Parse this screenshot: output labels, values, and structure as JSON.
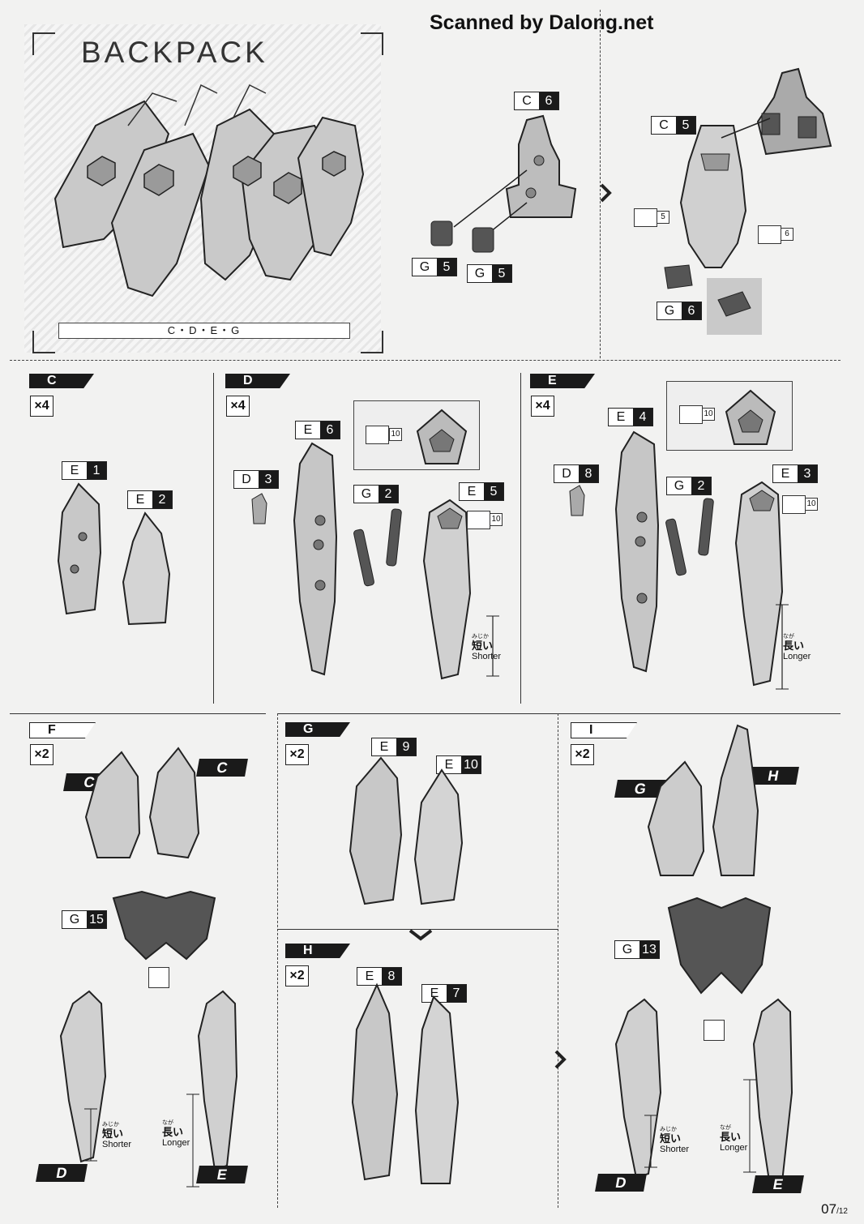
{
  "watermark": "Scanned by Dalong.net",
  "hero": {
    "title": "BACKPACK",
    "parts": "C・D・E・G"
  },
  "page_number": "07",
  "page_total": "/12",
  "section_1": {
    "tags": [
      {
        "l": "C",
        "n": "6"
      },
      {
        "l": "G",
        "n": "5"
      },
      {
        "l": "G",
        "n": "5"
      }
    ]
  },
  "section_2": {
    "tags": [
      {
        "l": "C",
        "n": "5"
      },
      {
        "l": "G",
        "n": "6"
      }
    ],
    "cut_nums": [
      "5",
      "6"
    ]
  },
  "section_C": {
    "label": "C",
    "mult": "×4",
    "tags": [
      {
        "l": "E",
        "n": "1"
      },
      {
        "l": "E",
        "n": "2"
      }
    ]
  },
  "section_D": {
    "label": "D",
    "mult": "×4",
    "tags": [
      {
        "l": "E",
        "n": "6"
      },
      {
        "l": "D",
        "n": "3"
      },
      {
        "l": "G",
        "n": "2"
      },
      {
        "l": "E",
        "n": "5"
      }
    ],
    "cut_nums": [
      "10",
      "10"
    ],
    "length": {
      "ruby": "みじか",
      "jp": "短い",
      "en": "Shorter"
    }
  },
  "section_E": {
    "label": "E",
    "mult": "×4",
    "tags": [
      {
        "l": "E",
        "n": "4"
      },
      {
        "l": "D",
        "n": "8"
      },
      {
        "l": "G",
        "n": "2"
      },
      {
        "l": "E",
        "n": "3"
      }
    ],
    "cut_nums": [
      "10",
      "10"
    ],
    "length": {
      "ruby": "なが",
      "jp": "長い",
      "en": "Longer"
    }
  },
  "section_F": {
    "label": "F",
    "mult": "×2",
    "tags": [
      {
        "l": "G",
        "n": "15"
      }
    ],
    "blocks": [
      "C",
      "C",
      "D",
      "E"
    ],
    "short": {
      "ruby": "みじか",
      "jp": "短い",
      "en": "Shorter"
    },
    "long": {
      "ruby": "なが",
      "jp": "長い",
      "en": "Longer"
    }
  },
  "section_G": {
    "label": "G",
    "mult": "×2",
    "tags": [
      {
        "l": "E",
        "n": "9"
      },
      {
        "l": "E",
        "n": "10"
      }
    ]
  },
  "section_H": {
    "label": "H",
    "mult": "×2",
    "tags": [
      {
        "l": "E",
        "n": "8"
      },
      {
        "l": "E",
        "n": "7"
      }
    ]
  },
  "section_I": {
    "label": "I",
    "mult": "×2",
    "tags": [
      {
        "l": "G",
        "n": "13"
      }
    ],
    "blocks": [
      "G",
      "H",
      "D",
      "E"
    ],
    "short": {
      "ruby": "みじか",
      "jp": "短い",
      "en": "Shorter"
    },
    "long": {
      "ruby": "なが",
      "jp": "長い",
      "en": "Longer"
    }
  }
}
